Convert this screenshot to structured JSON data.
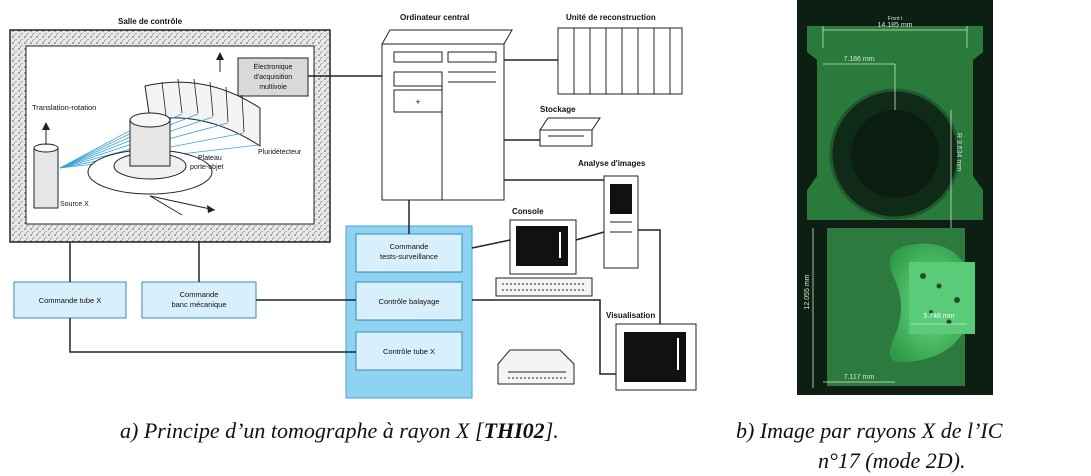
{
  "diagram": {
    "control_room": "Salle de contrôle",
    "central_computer": "Ordinateur central",
    "reconstruction_unit": "Unité de reconstruction",
    "storage": "Stockage",
    "image_analysis": "Analyse d'images",
    "console": "Console",
    "visualisation": "Visualisation",
    "acquisition": [
      "Électronique",
      "d'acquisition",
      "multivoie"
    ],
    "translation_rotation": "Translation-rotation",
    "detector": "Pluridétecteur",
    "plateau": [
      "Plateau",
      "porte-objet"
    ],
    "source": "Source X",
    "cmd_tube": "Commande tube X",
    "cmd_bench": [
      "Commande",
      "banc mécanique"
    ],
    "cmd_tests": [
      "Commande",
      "tests-surveillance"
    ],
    "ctrl_scan": "Contrôle balayage",
    "ctrl_tube": "Contrôle tube X"
  },
  "xray": {
    "top_tiny": "Front t",
    "width_total": "14.185 mm",
    "width_top": "7.186 mm",
    "radius": "R 3.634 mm",
    "height_left": "12.055 mm",
    "inner": "5.748 mm",
    "width_bottom": "7.117 mm"
  },
  "captions": {
    "a_text": "a) Principe d’un tomographe à rayon X [",
    "a_ref": "THI02",
    "a_end": "].",
    "b_line1": "b) Image par rayons X de l’IC",
    "b_line2": "n°17 (mode 2D)."
  },
  "colors": {
    "accent_blue": "#8fd3f2",
    "xray_green": "#3fbf5c",
    "xray_bg": "#0c1f12"
  }
}
